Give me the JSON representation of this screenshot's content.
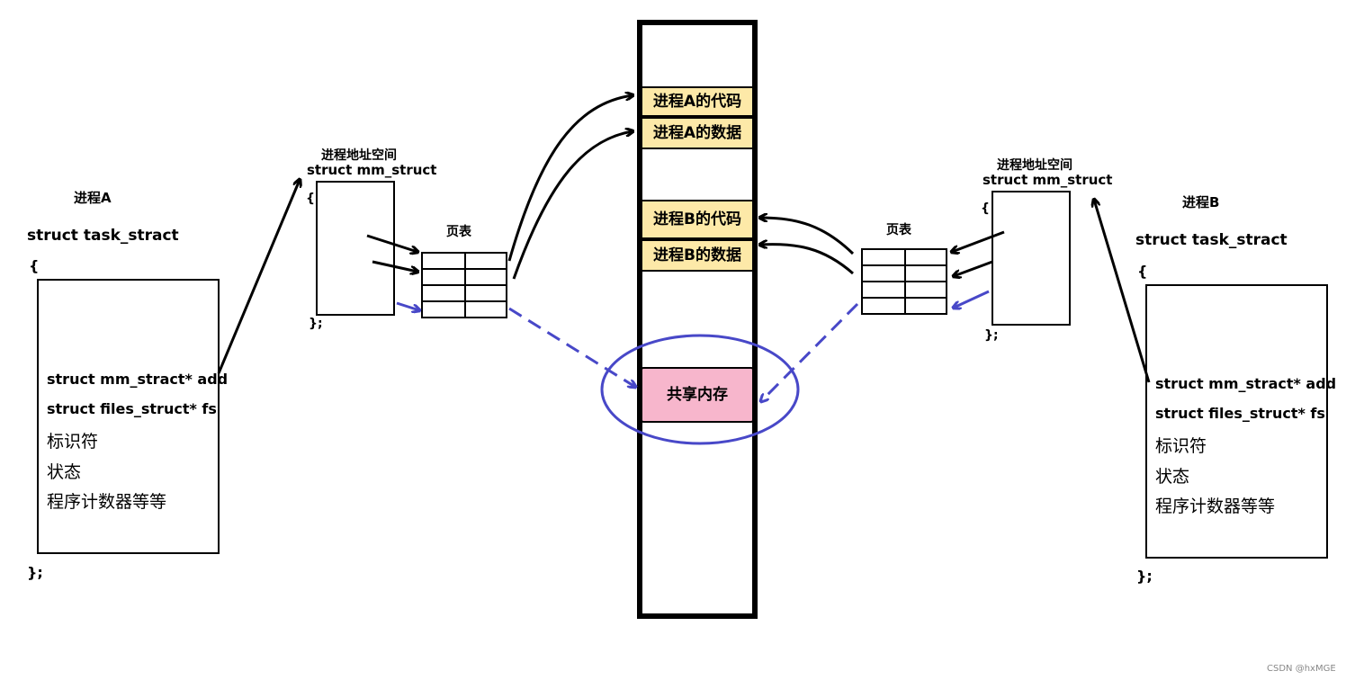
{
  "left": {
    "process_title": "进程A",
    "struct_decl": "struct  task_stract",
    "open_brace": "{",
    "close_brace": "};",
    "fields": {
      "mm": "struct mm_stract* add",
      "files": "struct files_struct* fs",
      "id": "标识符",
      "state": "状态",
      "pc": "程序计数器等等"
    },
    "addr_space_title": "进程地址空间",
    "addr_space_struct": "struct mm_struct",
    "addr_open": "{",
    "addr_close": "};",
    "page_table": "页表"
  },
  "right": {
    "process_title": "进程B",
    "struct_decl": "struct  task_stract",
    "open_brace": "{",
    "close_brace": "};",
    "fields": {
      "mm": "struct mm_stract* add",
      "files": "struct files_struct* fs",
      "id": "标识符",
      "state": "状态",
      "pc": "程序计数器等等"
    },
    "addr_space_title": "进程地址空间",
    "addr_space_struct": "struct mm_struct",
    "addr_open": "{",
    "addr_close": "};",
    "page_table": "页表"
  },
  "memory": {
    "a_code": "进程A的代码",
    "a_data": "进程A的数据",
    "b_code": "进程B的代码",
    "b_data": "进程B的数据",
    "shared": "共享内存"
  },
  "colors": {
    "segment_fill": "#fde9a8",
    "shared_fill": "#f7b6cc",
    "shared_arrow": "#4848c8"
  },
  "watermark": "CSDN @hxMGE"
}
